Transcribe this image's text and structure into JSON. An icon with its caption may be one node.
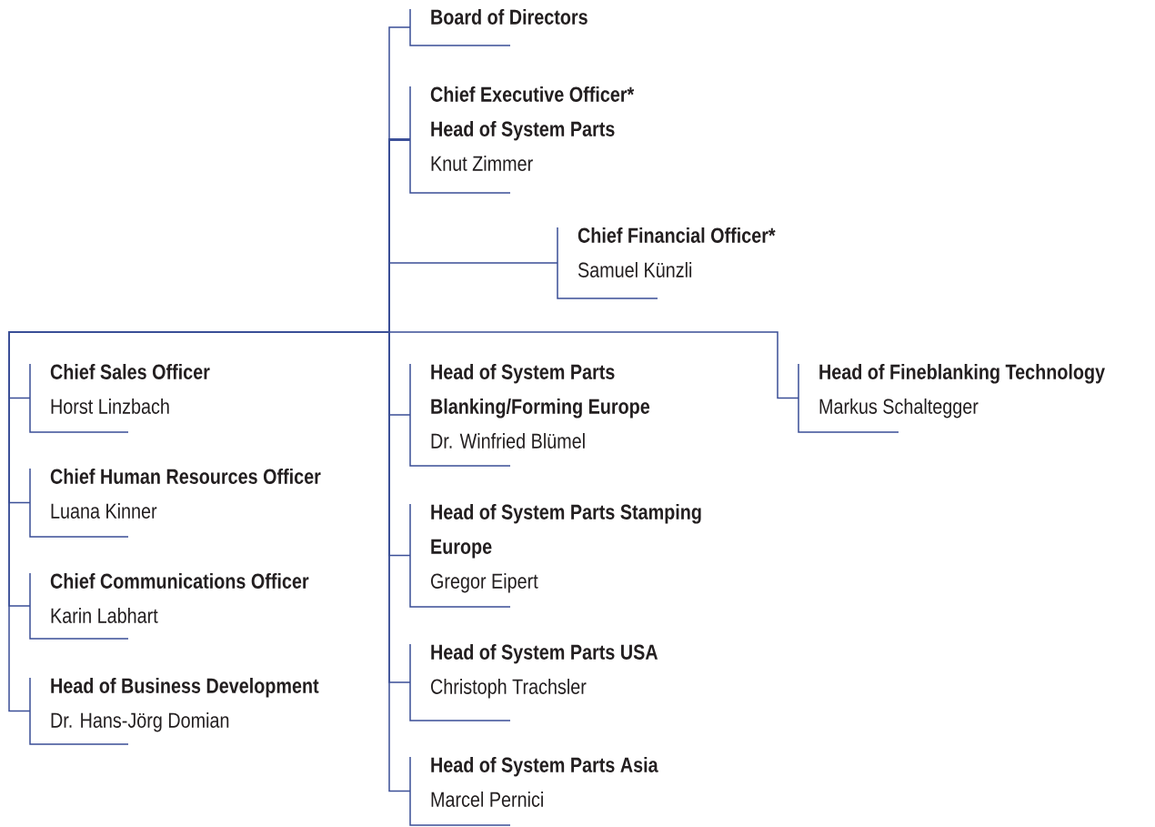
{
  "diagram": {
    "nodes": [
      {
        "text": [
          "Board of Directors"
        ]
      },
      {
        "text": [
          "Chief Executive Officer*",
          "Head of System Parts",
          "Knut Zimmer"
        ]
      },
      {
        "text": [
          "Chief Financial Officer*",
          "Samuel Künzli"
        ]
      },
      {
        "text": [
          "Chief Sales Officer",
          "Horst Linzbach"
        ]
      },
      {
        "text": [
          "Chief Human Resources Officer",
          "Luana Kinner"
        ]
      },
      {
        "text": [
          "Chief Communications Officer",
          "Karin Labhart"
        ]
      },
      {
        "text": [
          "Head of Business Development",
          "Dr. Hans-Jörg Domian"
        ]
      },
      {
        "text": [
          "Head of System Parts Blanking/Forming Europe",
          "Dr. Winfried Blümel"
        ]
      },
      {
        "text": [
          "Head of System Parts Stamping Europe",
          "Gregor Eipert"
        ]
      },
      {
        "text": [
          "Head of System Parts USA",
          "Christoph Trachsler"
        ]
      },
      {
        "text": [
          "Head of System Parts Asia",
          "Marcel Pernici"
        ]
      },
      {
        "text": [
          "Head of Fineblanking Technology",
          "Markus Schaltegger"
        ]
      }
    ],
    "edges": [
      {
        "from": 1,
        "to": 0,
        "arrow": "none"
      },
      {
        "from": 1,
        "to": 2,
        "arrow": "none"
      },
      {
        "from": 1,
        "to": 3,
        "arrow": "none"
      },
      {
        "from": 1,
        "to": 4,
        "arrow": "none"
      },
      {
        "from": 1,
        "to": 5,
        "arrow": "none"
      },
      {
        "from": 1,
        "to": 6,
        "arrow": "none"
      },
      {
        "from": 1,
        "to": 7,
        "arrow": "none"
      },
      {
        "from": 1,
        "to": 8,
        "arrow": "none"
      },
      {
        "from": 1,
        "to": 9,
        "arrow": "none"
      },
      {
        "from": 1,
        "to": 10,
        "arrow": "none"
      },
      {
        "from": 1,
        "to": 11,
        "arrow": "none"
      }
    ]
  }
}
